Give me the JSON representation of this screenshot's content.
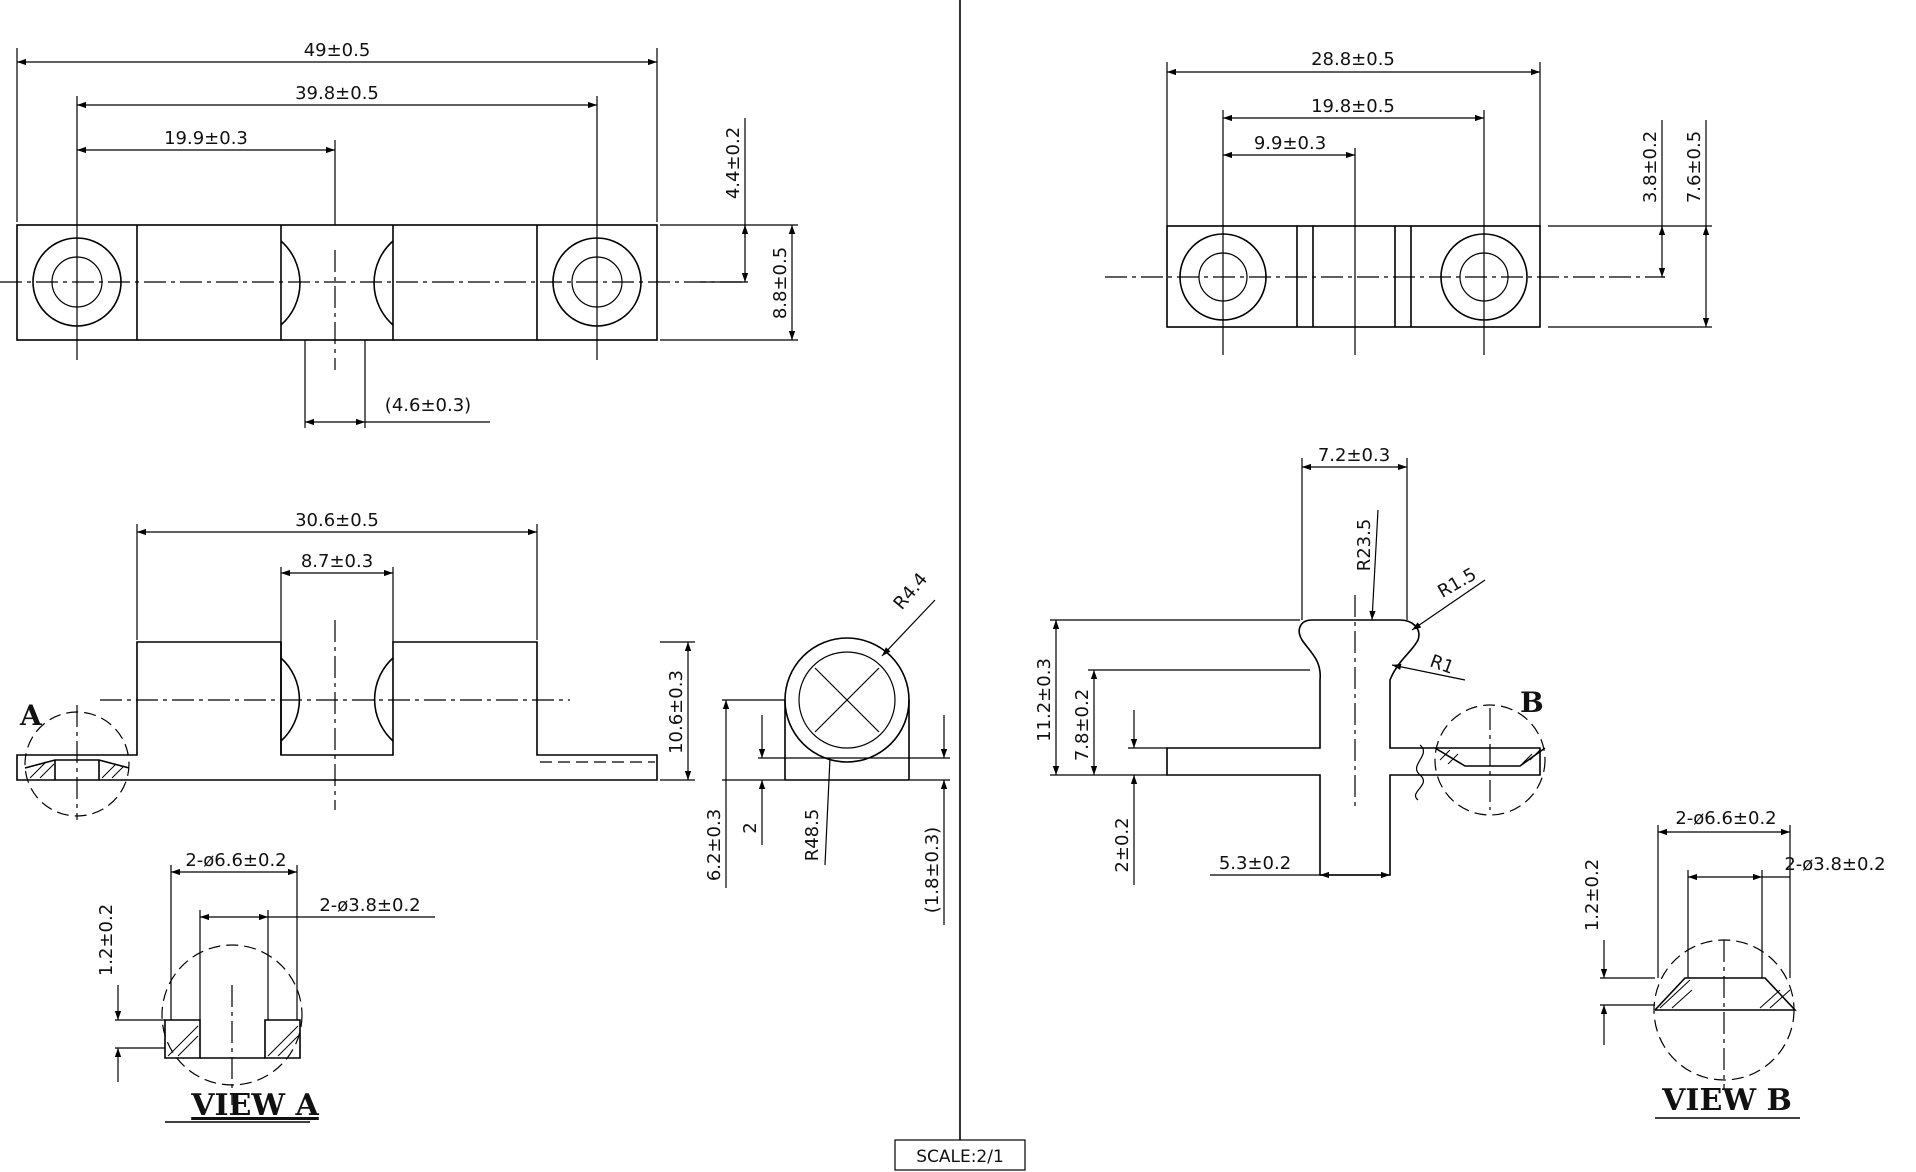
{
  "left_top": {
    "overall_length": "49±0.5",
    "hole_pitch": "39.8±0.5",
    "half_pitch": "19.9±0.3",
    "slot_width": "(4.6±0.3)",
    "width_half": "4.4±0.2",
    "width": "8.8±0.5"
  },
  "left_front": {
    "body_length": "30.6±0.5",
    "center_gap": "8.7±0.3",
    "height": "10.6±0.3",
    "detail_label": "A"
  },
  "left_side": {
    "radius_top": "R4.4",
    "radius_bottom": "R48.5",
    "height": "6.2±0.3",
    "step": "2",
    "base": "(1.8±0.3)"
  },
  "view_a": {
    "outer_dia": "2-ø6.6±0.2",
    "inner_dia": "2-ø3.8±0.2",
    "depth": "1.2±0.2",
    "title": "VIEW A"
  },
  "right_top": {
    "overall_length": "28.8±0.5",
    "hole_pitch": "19.8±0.5",
    "half_pitch": "9.9±0.3",
    "width_half": "3.8±0.2",
    "width": "7.6±0.5"
  },
  "right_front": {
    "stem_width": "7.2±0.3",
    "radius_large": "R23.5",
    "radius_fillet": "R1.5",
    "radius_small": "R1",
    "total_height": "11.2±0.3",
    "shoulder_height": "7.8±0.2",
    "plate": "2±0.2",
    "neck_width": "5.3±0.2",
    "detail_label": "B"
  },
  "view_b": {
    "outer_dia": "2-ø6.6±0.2",
    "inner_dia": "2-ø3.8±0.2",
    "depth": "1.2±0.2",
    "title": "VIEW B"
  },
  "scale_label": "SCALE:2/1"
}
